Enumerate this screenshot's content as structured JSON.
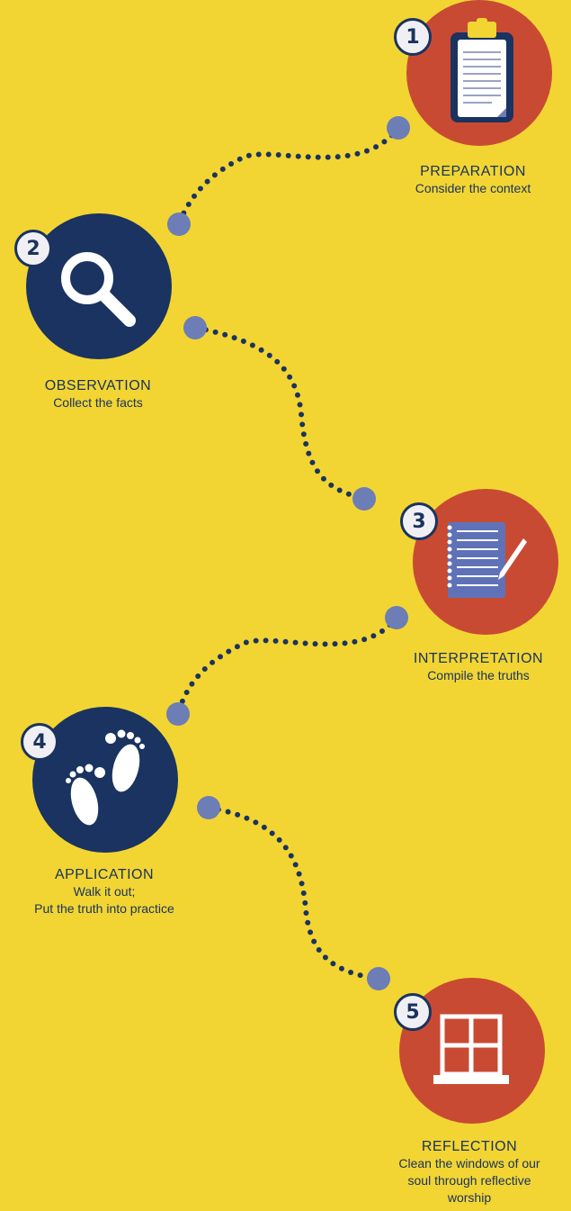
{
  "colors": {
    "background": "#f2d532",
    "red": "#c94a33",
    "navy": "#1a3360",
    "dot": "#6d7db6",
    "text": "#1a3360"
  },
  "steps": [
    {
      "number": "1",
      "title": "PREPARATION",
      "desc": "Consider the context",
      "color": "red",
      "icon": "clipboard-icon"
    },
    {
      "number": "2",
      "title": "OBSERVATION",
      "desc": "Collect the facts",
      "color": "navy",
      "icon": "magnifier-icon"
    },
    {
      "number": "3",
      "title": "INTERPRETATION",
      "desc": "Compile the truths",
      "color": "red",
      "icon": "notebook-pencil-icon"
    },
    {
      "number": "4",
      "title": "APPLICATION",
      "desc1": "Walk it out;",
      "desc2": "Put the truth into practice",
      "color": "navy",
      "icon": "footprints-icon"
    },
    {
      "number": "5",
      "title": "REFLECTION",
      "desc1": "Clean the windows of our",
      "desc2": "soul through reflective",
      "desc3": "worship",
      "color": "red",
      "icon": "window-icon"
    }
  ]
}
